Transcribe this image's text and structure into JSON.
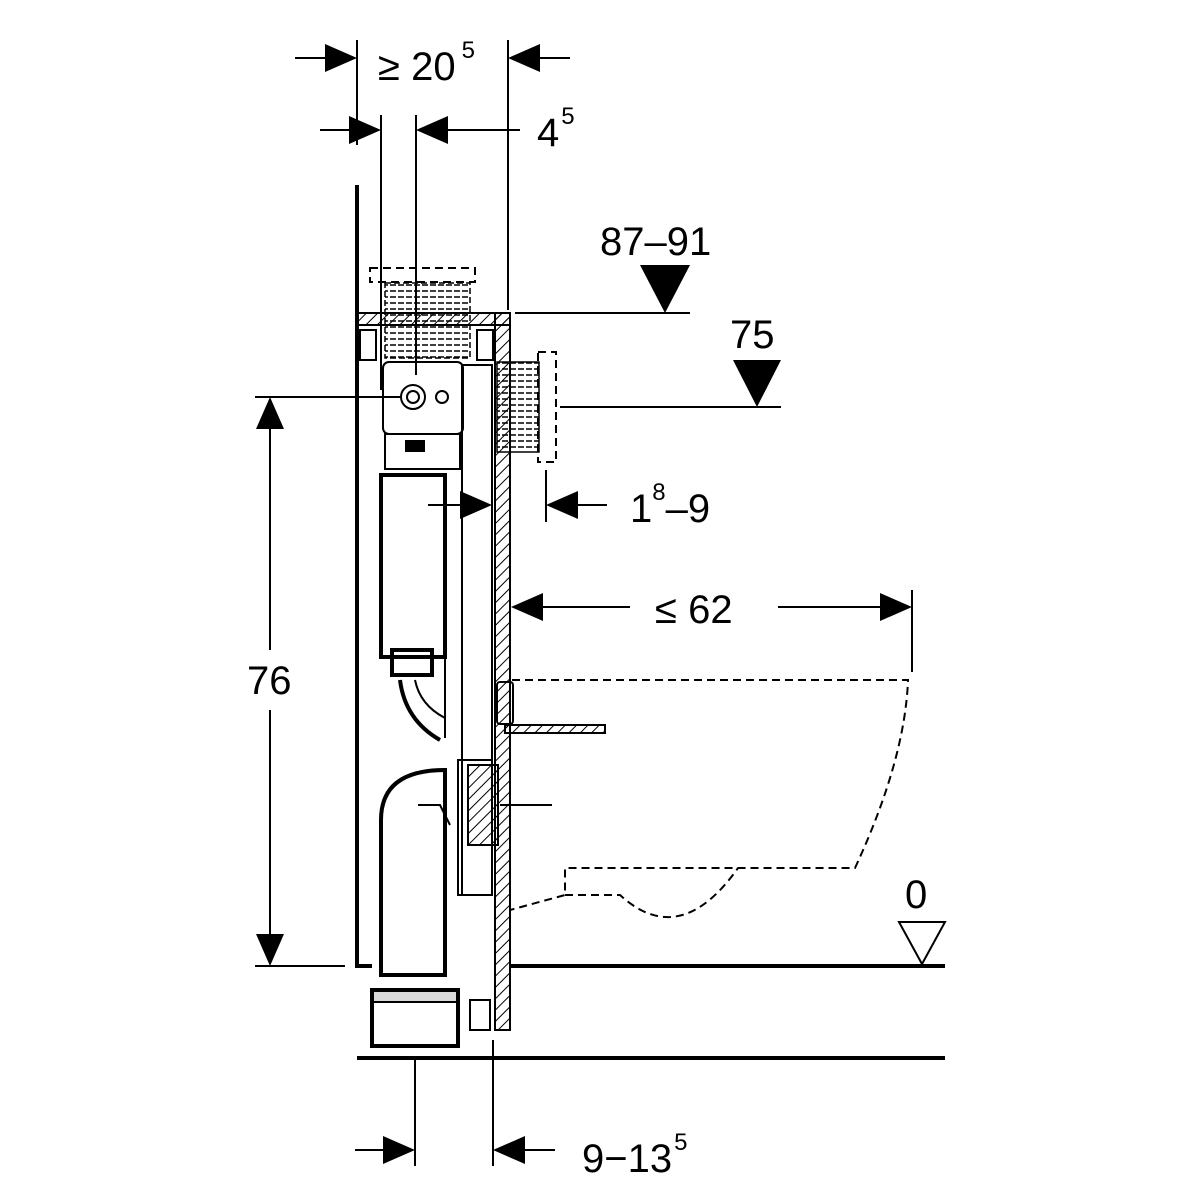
{
  "dimensions": {
    "frame_depth": {
      "main": "≥ 20",
      "sup": "5"
    },
    "frame_offset": {
      "main": "4",
      "sup": "5"
    },
    "flush_height": {
      "main": "87–91"
    },
    "flush_plate_height": {
      "main": "75"
    },
    "wall_thickness": {
      "main": "1",
      "sup": "8",
      "rest": "–9"
    },
    "bowl_projection": {
      "main": "≤ 62"
    },
    "seat_height": {
      "main": "76"
    },
    "floor_level": {
      "main": "0"
    },
    "drain_offset": {
      "main": "9−13",
      "sup": "5"
    }
  },
  "colors": {
    "line": "#000000",
    "background": "#ffffff"
  }
}
